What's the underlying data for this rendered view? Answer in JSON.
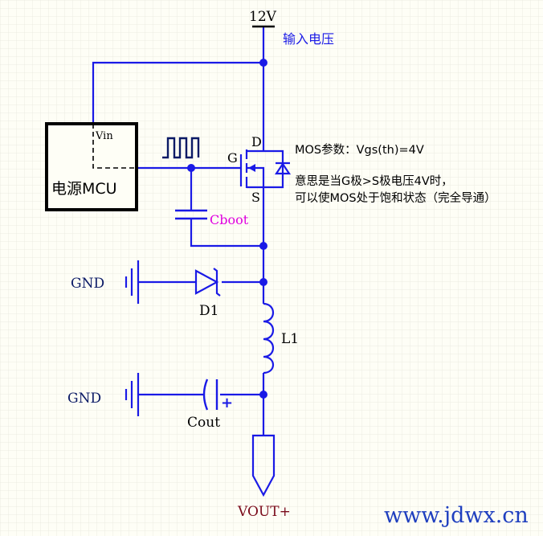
{
  "colors": {
    "wire": "#1a1ae6",
    "dot": "#1a1ae6",
    "black": "#000000",
    "navy": "#0b1a66",
    "magenta": "#e000e0",
    "vout": "#7a0a1a",
    "watermark": "#1f3fbf",
    "grid": "#ecece2"
  },
  "labels": {
    "supply_voltage": "12V",
    "supply_name": "输入电压",
    "mcu_name": "电源MCU",
    "mcu_pin": "Vin",
    "drain": "D",
    "gate": "G",
    "source": "S",
    "mos_note_1": "MOS参数：Vgs(th)=4V",
    "mos_note_2": "意思是当G极>S极电压4V时，",
    "mos_note_3": "可以使MOS处于饱和状态（完全导通）",
    "cboot": "Cboot",
    "gnd_1": "GND",
    "gnd_2": "GND",
    "diode": "D1",
    "inductor": "L1",
    "cout": "Cout",
    "cout_polarity": "+",
    "vout": "VOUT+",
    "watermark": "www.jdwx.cn"
  },
  "icons": {
    "pwm_signal": "square-wave-icon",
    "ground": "ground-symbol-icon",
    "vout_port": "output-port-icon"
  }
}
